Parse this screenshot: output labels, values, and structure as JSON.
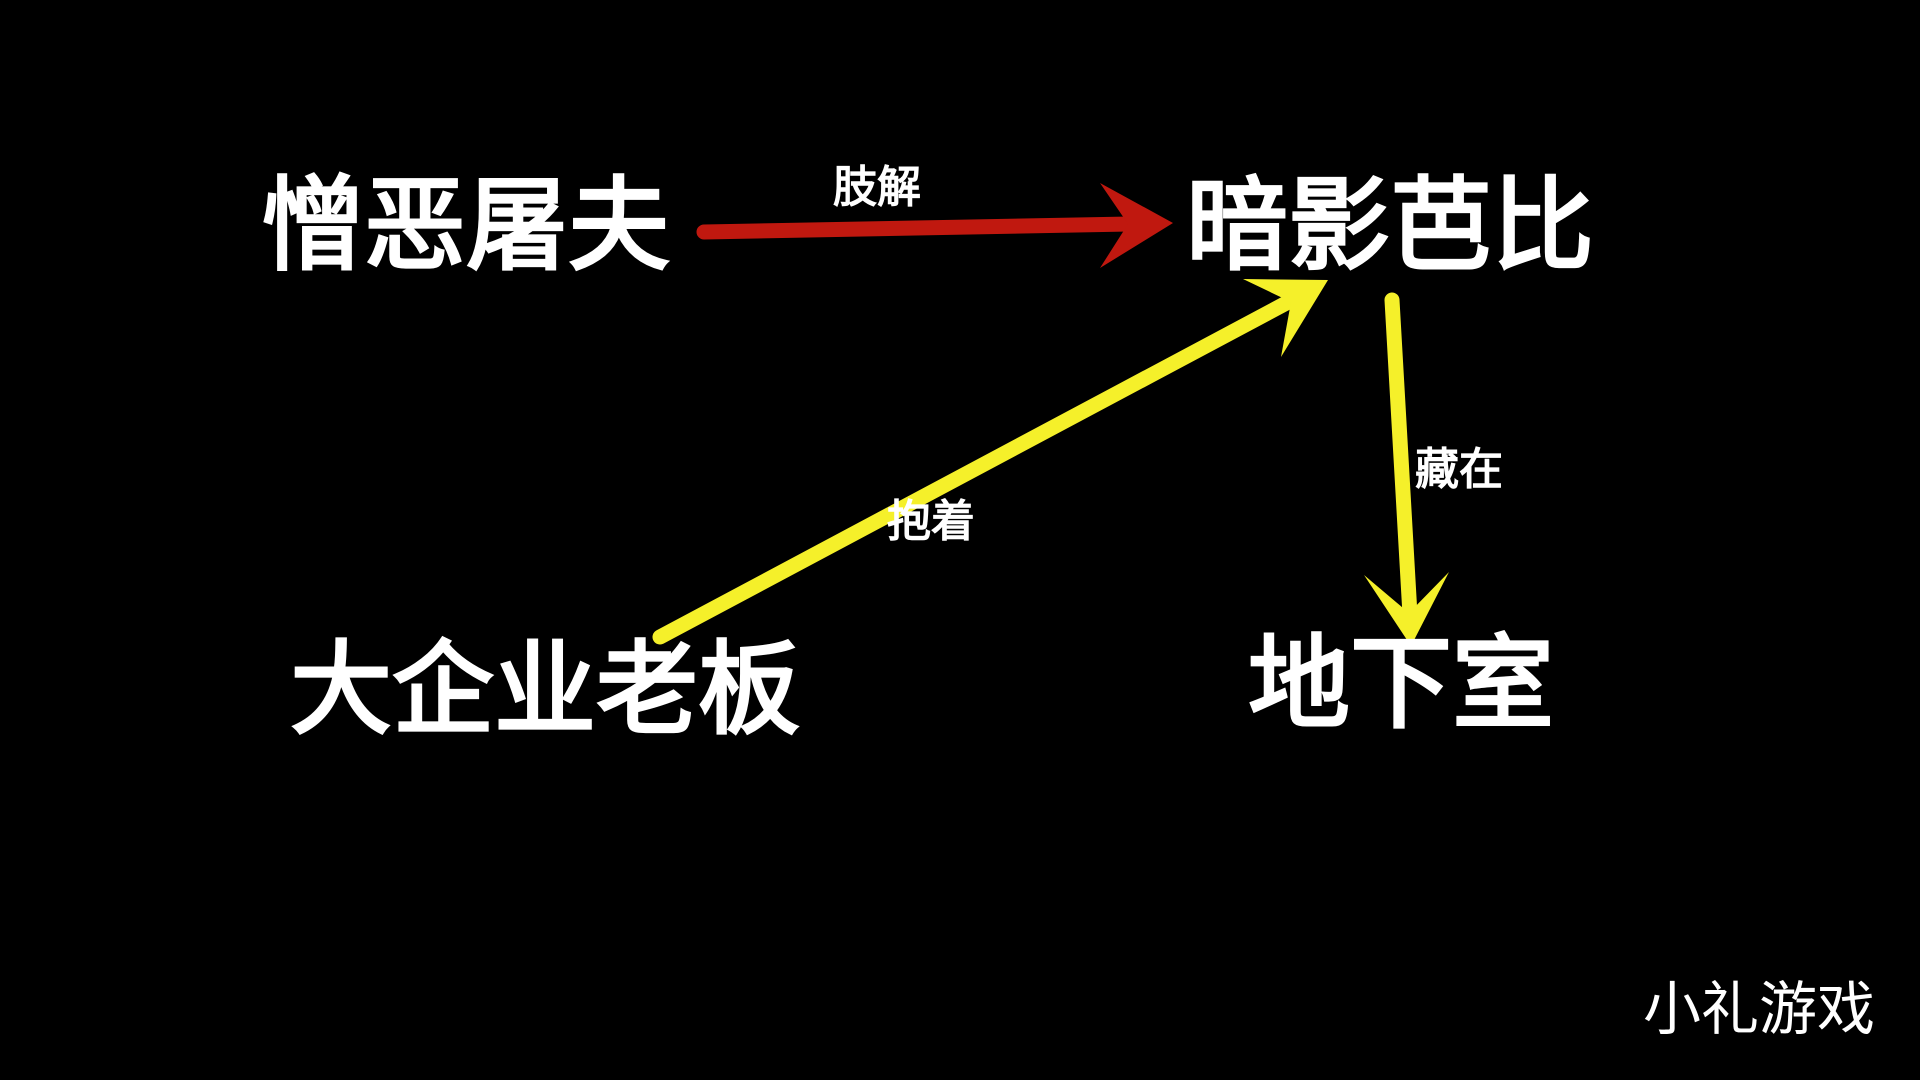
{
  "diagram": {
    "background": "#000000",
    "nodes": {
      "butcher": {
        "label": "憎恶屠夫"
      },
      "barbie": {
        "label": "暗影芭比"
      },
      "boss": {
        "label": "大企业老板"
      },
      "basement": {
        "label": "地下室"
      }
    },
    "edges": {
      "butcher_to_barbie": {
        "label": "肢解",
        "color": "#c0180f",
        "from": "憎恶屠夫",
        "to": "暗影芭比"
      },
      "boss_to_barbie": {
        "label": "抱着",
        "color": "#f5f02a",
        "from": "大企业老板",
        "to": "暗影芭比"
      },
      "barbie_to_basement": {
        "label": "藏在",
        "color": "#f5f02a",
        "from": "暗影芭比",
        "to": "地下室"
      }
    },
    "watermark": "小礼游戏"
  }
}
